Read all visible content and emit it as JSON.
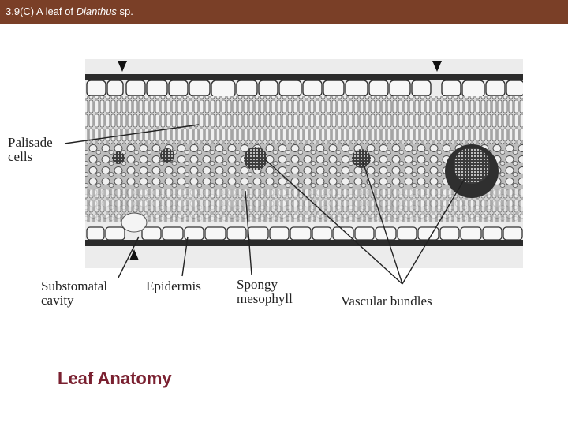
{
  "header": {
    "prefix": "3.9(C)  A leaf of ",
    "italic": "Dianthus",
    "suffix": " sp."
  },
  "labels": {
    "palisade_line1": "Palisade",
    "palisade_line2": "cells",
    "substomatal_line1": "Substomatal",
    "substomatal_line2": "cavity",
    "epidermis": "Epidermis",
    "spongy_line1": "Spongy",
    "spongy_line2": "mesophyll",
    "vascular": "Vascular bundles"
  },
  "footer": {
    "title": "Leaf Anatomy"
  },
  "colors": {
    "header_bg": "#7a3f27",
    "footer_title": "#7a2030"
  }
}
